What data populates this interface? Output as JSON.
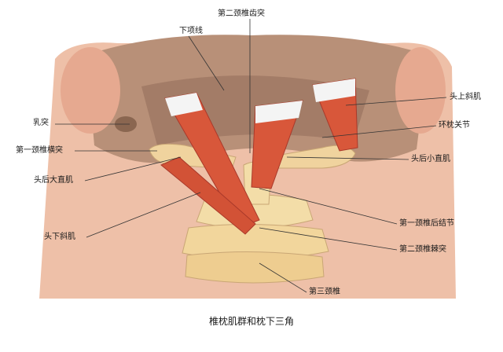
{
  "figure": {
    "caption": "椎枕肌群和枕下三角",
    "labels": {
      "axis_dens": "第二颈椎齿突",
      "inferior_nuchal_line": "下项线",
      "mastoid": "乳突",
      "atlas_transverse": "第一颈椎横突",
      "rectus_major": "头后大直肌",
      "obliquus_inferior": "头下斜肌",
      "obliquus_superior": "头上斜肌",
      "atlanto_occipital": "环枕关节",
      "rectus_minor": "头后小直肌",
      "atlas_posterior_tubercle": "第一颈椎后结节",
      "axis_spinous": "第二颈椎棘突",
      "c3": "第三颈椎"
    }
  },
  "colors": {
    "skin": "#eeb8a0",
    "skull": "#b08a72",
    "bone": "#f3dda8",
    "muscle": "#d8573a",
    "tendon": "#f4f4f4",
    "leader": "#333333"
  }
}
